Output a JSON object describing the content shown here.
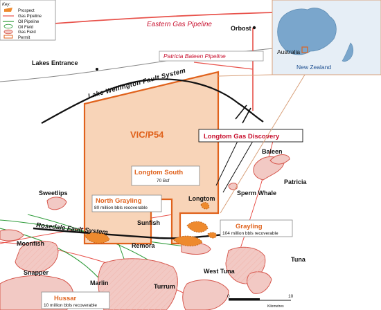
{
  "key": {
    "title": "Key:",
    "items": [
      "Prospect",
      "Gas Pipeline",
      "Oil Pipeline",
      "Oil Field",
      "Gas Field",
      "Permit"
    ]
  },
  "inset": {
    "australia": "Australia",
    "new_zealand": "New Zealand"
  },
  "pipelines": {
    "eastern": "Eastern Gas Pipeline",
    "patricia": "Patricia Baleen Pipeline"
  },
  "places": {
    "orbost": "Orbost",
    "lakes_entrance": "Lakes Entrance"
  },
  "faults": {
    "lake_wellington": "Lake Wellington Fault System",
    "rosedale": "Rosedale Fault System"
  },
  "permit": {
    "name": "VIC/P54"
  },
  "discovery": {
    "label": "Longtom Gas Discovery"
  },
  "prospects": {
    "longtom_south": {
      "name": "Longtom South",
      "detail": "70 Bcf"
    },
    "north_grayling": {
      "name": "North Grayling",
      "detail": "80 million bbls recoverable"
    },
    "grayling": {
      "name": "Grayling",
      "detail": "104 million bbls recoverable"
    },
    "hussar": {
      "name": "Hussar",
      "detail": "10 million bbls recoverable"
    }
  },
  "fields": {
    "baleen": "Baleen",
    "patricia": "Patricia",
    "sperm_whale": "Sperm Whale",
    "longtom": "Longtom",
    "sweetlips": "Sweetlips",
    "sunfish": "Sunfish",
    "moonfish": "Moonfish",
    "remora": "Remora",
    "snapper": "Snapper",
    "marlin": "Marlin",
    "turrum": "Turrum",
    "west_tuna": "West Tuna",
    "tuna": "Tuna"
  },
  "scale": {
    "zero": "0",
    "ten": "10",
    "unit": "Kilometres"
  },
  "colors": {
    "permit_fill": "#f8d4b8",
    "permit_stroke": "#e0621c",
    "gas_pipeline": "#e8524b",
    "oil_pipeline": "#2e9b3a",
    "field_fill": "#f2c9c4",
    "prospect": "#ee8a2e",
    "land": "#d8e6ee",
    "discovery_text": "#c8102e"
  }
}
